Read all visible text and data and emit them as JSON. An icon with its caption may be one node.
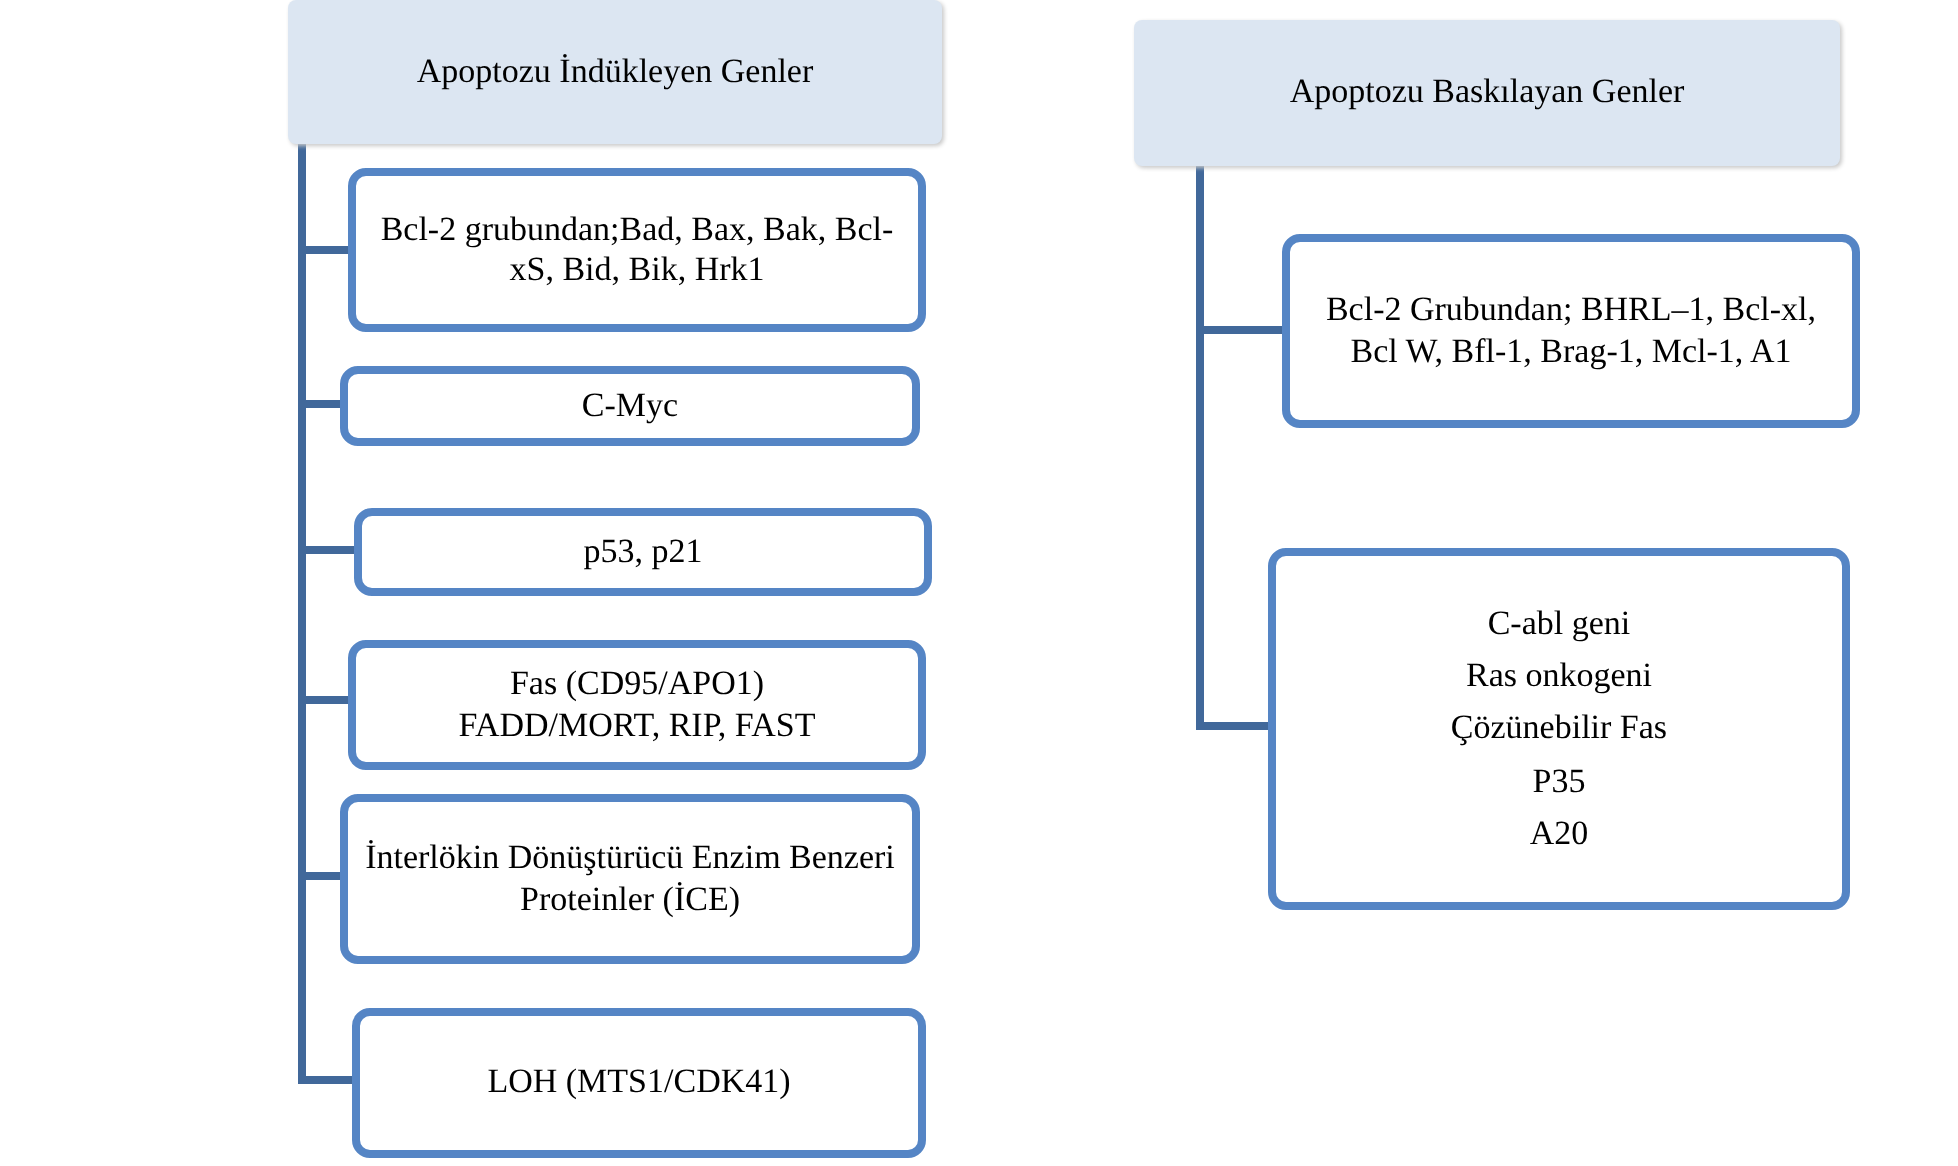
{
  "diagram": {
    "nodes": [
      {
        "text": [
          "Apoptozu İndükleyen Genler"
        ]
      },
      {
        "text": [
          "Bcl-2 grubundan;Bad, Bax, Bak, Bcl-xS, Bid, Bik, Hrk1"
        ]
      },
      {
        "text": [
          "C-Myc"
        ]
      },
      {
        "text": [
          "p53, p21"
        ]
      },
      {
        "text": [
          "Fas (CD95/APO1)",
          "FADD/MORT, RIP, FAST"
        ]
      },
      {
        "text": [
          "İnterlökin Dönüştürücü Enzim Benzeri Proteinler (İCE)"
        ]
      },
      {
        "text": [
          "LOH (MTS1/CDK41)"
        ]
      },
      {
        "text": [
          "Apoptozu Baskılayan Genler"
        ]
      },
      {
        "text": [
          "Bcl-2 Grubundan; BHRL–1, Bcl-xl, Bcl W, Bfl-1, Brag-1, Mcl-1, A1"
        ]
      },
      {
        "text": [
          "C-abl geni",
          "Ras onkogeni",
          "Çözünebilir Fas",
          "P35",
          "A20"
        ]
      }
    ],
    "edges": [
      {
        "from": 0,
        "to": 1,
        "arrow": "none"
      },
      {
        "from": 0,
        "to": 2,
        "arrow": "none"
      },
      {
        "from": 0,
        "to": 3,
        "arrow": "none"
      },
      {
        "from": 0,
        "to": 4,
        "arrow": "none"
      },
      {
        "from": 0,
        "to": 5,
        "arrow": "none"
      },
      {
        "from": 0,
        "to": 6,
        "arrow": "none"
      },
      {
        "from": 7,
        "to": 8,
        "arrow": "none"
      },
      {
        "from": 7,
        "to": 9,
        "arrow": "none"
      }
    ]
  }
}
